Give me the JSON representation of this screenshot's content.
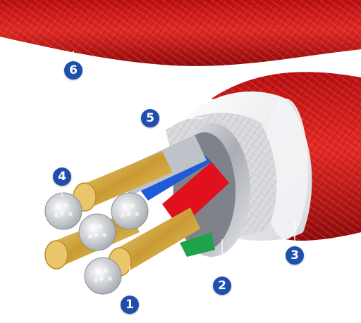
{
  "callouts": [
    {
      "id": "c1",
      "label": "1"
    },
    {
      "id": "c2",
      "label": "2"
    },
    {
      "id": "c3",
      "label": "3"
    },
    {
      "id": "c4",
      "label": "4"
    },
    {
      "id": "c5",
      "label": "5"
    },
    {
      "id": "c6",
      "label": "6"
    }
  ],
  "colors": {
    "badge": "#1f4fae",
    "braid": "#d11c1c",
    "wire_gold": "#d8b24a",
    "wire_red": "#e0101c",
    "wire_blue": "#1e5bd8",
    "wire_green": "#1ea24a",
    "foil": "#c9ccd2"
  }
}
